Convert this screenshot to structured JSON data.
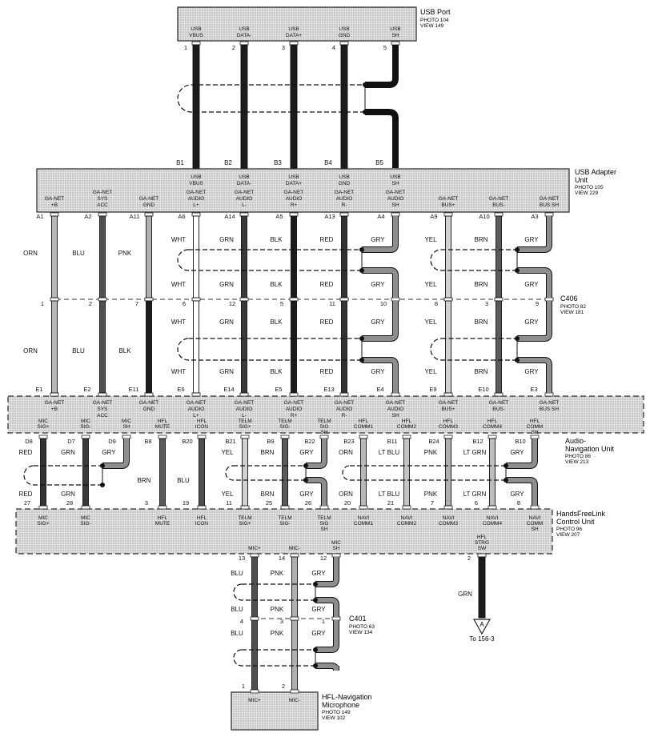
{
  "components": {
    "usb_port": {
      "name": "USB Port",
      "photo": "PHOTO 104",
      "view": "VIEW 149"
    },
    "usb_adapter": {
      "name1": "USB Adapter",
      "name2": "Unit",
      "photo": "PHOTO 105",
      "view": "VIEW 229"
    },
    "c406": {
      "name": "C406",
      "photo": "PHOTO 82",
      "view": "VIEW 181"
    },
    "audio_nav": {
      "name1": "Audio-",
      "name2": "Navigation Unit",
      "photo": "PHOTO 86",
      "view": "VIEW 213"
    },
    "hfl": {
      "name1": "HandsFreeLink",
      "name2": "Control Unit",
      "photo": "PHOTO 96",
      "view": "VIEW 207"
    },
    "c401": {
      "name": "C401",
      "photo": "PHOTO 63",
      "view": "VIEW 134"
    },
    "mic": {
      "name1": "HFL-Navigation",
      "name2": "Microphone",
      "photo": "PHOTO 149",
      "view": "VIEW 102"
    }
  },
  "usb_port_pins": [
    {
      "label": [
        "USB",
        "VBUS"
      ],
      "num": "1"
    },
    {
      "label": [
        "USB",
        "DATA-"
      ],
      "num": "2"
    },
    {
      "label": [
        "USB",
        "DATA+"
      ],
      "num": "3"
    },
    {
      "label": [
        "USB",
        "GND"
      ],
      "num": "4"
    },
    {
      "label": [
        "USB",
        "SH"
      ],
      "num": "5"
    }
  ],
  "usb_adapter_top_pins": [
    {
      "label": [
        "USB",
        "VBUS"
      ],
      "num": "B1"
    },
    {
      "label": [
        "USB",
        "DATA-"
      ],
      "num": "B2"
    },
    {
      "label": [
        "USB",
        "DATA+"
      ],
      "num": "B3"
    },
    {
      "label": [
        "USB",
        "GND"
      ],
      "num": "B4"
    },
    {
      "label": [
        "USB",
        "SH"
      ],
      "num": "B5"
    }
  ],
  "usb_adapter_bottom_labels": [
    [
      "GA-NET",
      "+B"
    ],
    [
      "GA-NET",
      "SYS",
      "ACC"
    ],
    [
      "GA-NET",
      "GND"
    ],
    [
      "GA-NET",
      "AUDIO",
      "L+"
    ],
    [
      "GA-NET",
      "AUDIO",
      "L-"
    ],
    [
      "GA-NET",
      "AUDIO",
      "R+"
    ],
    [
      "GA-NET",
      "AUDIO",
      "R-"
    ],
    [
      "GA-NET",
      "AUDIO",
      "SH"
    ],
    [
      "GA-NET",
      "BUS+"
    ],
    [
      "GA-NET",
      "BUS-"
    ],
    [
      "GA-NET",
      "BUS SH"
    ]
  ],
  "adapter_pins": [
    "A1",
    "A2",
    "A11",
    "A6",
    "A14",
    "A5",
    "A13",
    "A4",
    "A9",
    "A10",
    "A3"
  ],
  "ga_wire_colors": [
    "ORN",
    "BLU",
    "PNK",
    "WHT",
    "GRN",
    "BLK",
    "RED",
    "GRY",
    "YEL",
    "BRN",
    "GRY"
  ],
  "c406_pins": [
    "1",
    "2",
    "7",
    "6",
    "12",
    "5",
    "11",
    "10",
    "8",
    "3",
    "9"
  ],
  "lower_wire_colors": [
    "ORN",
    "BLU",
    "BLK",
    "WHT",
    "GRN",
    "BLK",
    "RED",
    "GRY",
    "YEL",
    "BRN",
    "GRY"
  ],
  "nav_top_pins": [
    "E1",
    "E2",
    "E11",
    "E6",
    "E14",
    "E5",
    "E13",
    "E4",
    "E9",
    "E10",
    "E3"
  ],
  "nav_top_labels": [
    [
      "GA-NET",
      "+B"
    ],
    [
      "GA-NET",
      "SYS",
      "ACC"
    ],
    [
      "GA-NET",
      "GND"
    ],
    [
      "GA-NET",
      "AUDIO",
      "L+"
    ],
    [
      "GA-NET",
      "AUDIO",
      "L-"
    ],
    [
      "GA-NET",
      "AUDIO",
      "R+"
    ],
    [
      "GA-NET",
      "AUDIO",
      "R-"
    ],
    [
      "GA-NET",
      "AUDIO",
      "SH"
    ],
    [
      "GA-NET",
      "BUS+"
    ],
    [
      "GA-NET",
      "BUS-"
    ],
    [
      "GA-NET",
      "BUS SH"
    ]
  ],
  "nav_bottom_labels": [
    [
      "MIC",
      "SIG+"
    ],
    [
      "MIC",
      "SIG-"
    ],
    [
      "MIC",
      "SH"
    ],
    [
      "HFL",
      "MUTE"
    ],
    [
      "HFL",
      "ICON"
    ],
    [
      "TELM",
      "SIG+"
    ],
    [
      "TELM",
      "SIG-"
    ],
    [
      "TELM",
      "SIG",
      "SH"
    ],
    [
      "HFL",
      "COMM1"
    ],
    [
      "HFL",
      "COMM2"
    ],
    [
      "HFL",
      "COMM3"
    ],
    [
      "HFL",
      "COMM4"
    ],
    [
      "HFL",
      "COMM",
      "SH"
    ]
  ],
  "nav_bottom_pins": [
    "D8",
    "D7",
    "D9",
    "B8",
    "B20",
    "B21",
    "B9",
    "B22",
    "B23",
    "B11",
    "B24",
    "B12",
    "B10"
  ],
  "hfl_wire_top_colors": [
    "RED",
    "GRN",
    "GRY",
    "",
    "",
    "YEL",
    "BRN",
    "GRY",
    "ORN",
    "LT BLU",
    "PNK",
    "LT GRN",
    "GRY"
  ],
  "hfl_wire_mid_colors": [
    "",
    "",
    "",
    "BRN",
    "BLU",
    "",
    "",
    "",
    "",
    "",
    "",
    "",
    ""
  ],
  "hfl_wire_bot_colors": [
    "RED",
    "GRN",
    "",
    "",
    "",
    "YEL",
    "BRN",
    "GRY",
    "ORN",
    "LT BLU",
    "PNK",
    "LT GRN",
    "GRY"
  ],
  "hfl_pins": [
    "27",
    "28",
    "",
    "3",
    "19",
    "11",
    "25",
    "26",
    "20",
    "21",
    "7",
    "6",
    "8"
  ],
  "hfl_top_labels": [
    [
      "MIC",
      "SIG+"
    ],
    [
      "MIC",
      "SIG-"
    ],
    [],
    [
      "HFL",
      "MUTE"
    ],
    [
      "HFL",
      "ICON"
    ],
    [
      "TELM",
      "SIG+"
    ],
    [
      "TELM",
      "SIG-"
    ],
    [
      "TELM",
      "SIG",
      "SH"
    ],
    [
      "NAVI",
      "COMM1"
    ],
    [
      "NAVI",
      "COMM2"
    ],
    [
      "NAVI",
      "COMM3"
    ],
    [
      "NAVI",
      "COMM4"
    ],
    [
      "NAVI",
      "COMM",
      "SH"
    ]
  ],
  "hfl_bottom_labels": [
    {
      "label": [
        "MIC+"
      ],
      "num": "13"
    },
    {
      "label": [
        "MIC-"
      ],
      "num": "14"
    },
    {
      "label": [
        "MIC",
        "SH"
      ],
      "num": "12"
    },
    {
      "label": [
        "HFL",
        "STRG",
        "SW"
      ],
      "num": "2"
    }
  ],
  "mic_wires": {
    "top_colors": [
      "BLU",
      "PNK",
      "GRY"
    ],
    "mid_colors": [
      "BLU",
      "PNK",
      "GRY"
    ],
    "bot_colors": [
      "BLU",
      "PNK",
      "GRY"
    ],
    "c401_pins": [
      "4",
      "3",
      "1"
    ],
    "mic_pins": [
      "1",
      "2"
    ],
    "mic_labels": [
      "MIC+",
      "MIC-"
    ]
  },
  "strg": {
    "color": "GRN",
    "connector": "A",
    "ref": "To 156-3"
  }
}
